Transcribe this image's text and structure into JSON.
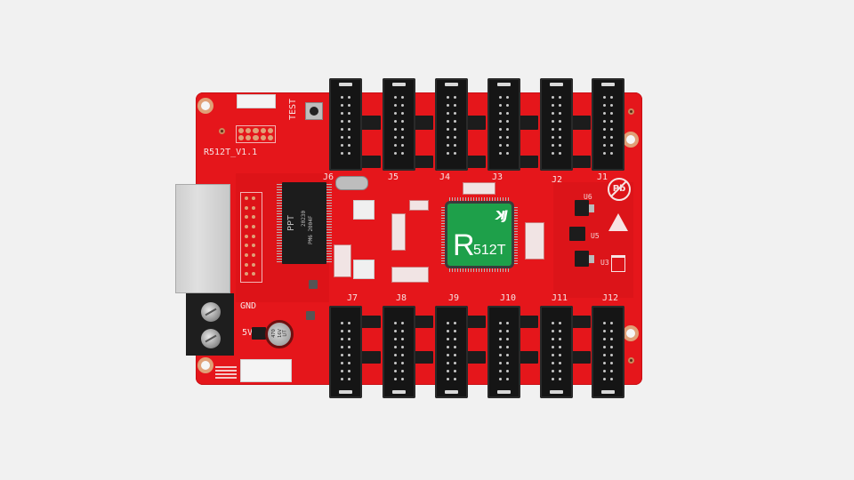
{
  "scene": {
    "subject": "LED display receiving card PCB",
    "background_color": "#f1f1f1",
    "board_color": "#e5161b",
    "chip_color": "#1ea04a"
  },
  "board": {
    "model_label": "R512T_V1.1",
    "test_button_label": "TEST",
    "power_labels": {
      "gnd": "GND",
      "v5": "5V"
    },
    "main_chip": {
      "logo": "ꓘJ",
      "model_letter": "R",
      "model_number": "512T"
    },
    "driver_chip": {
      "line1": "PPT",
      "line2": "20230",
      "line3": "PM6 2004F"
    },
    "capacitor": {
      "line1": "470",
      "line2": "16V",
      "line3": "LIT"
    },
    "symbols": [
      "pb-free-icon",
      "warning-triangle-icon",
      "weee-bin-icon"
    ],
    "top_connectors": [
      {
        "label": "J6"
      },
      {
        "label": "J5"
      },
      {
        "label": "J4"
      },
      {
        "label": "J3"
      },
      {
        "label": "J2"
      },
      {
        "label": "J1"
      }
    ],
    "bottom_connectors": [
      {
        "label": "J7"
      },
      {
        "label": "J8"
      },
      {
        "label": "J9"
      },
      {
        "label": "J10"
      },
      {
        "label": "J11"
      },
      {
        "label": "J12"
      }
    ],
    "regulators": [
      {
        "label": "U6"
      },
      {
        "label": "U5"
      },
      {
        "label": "U3"
      }
    ]
  }
}
